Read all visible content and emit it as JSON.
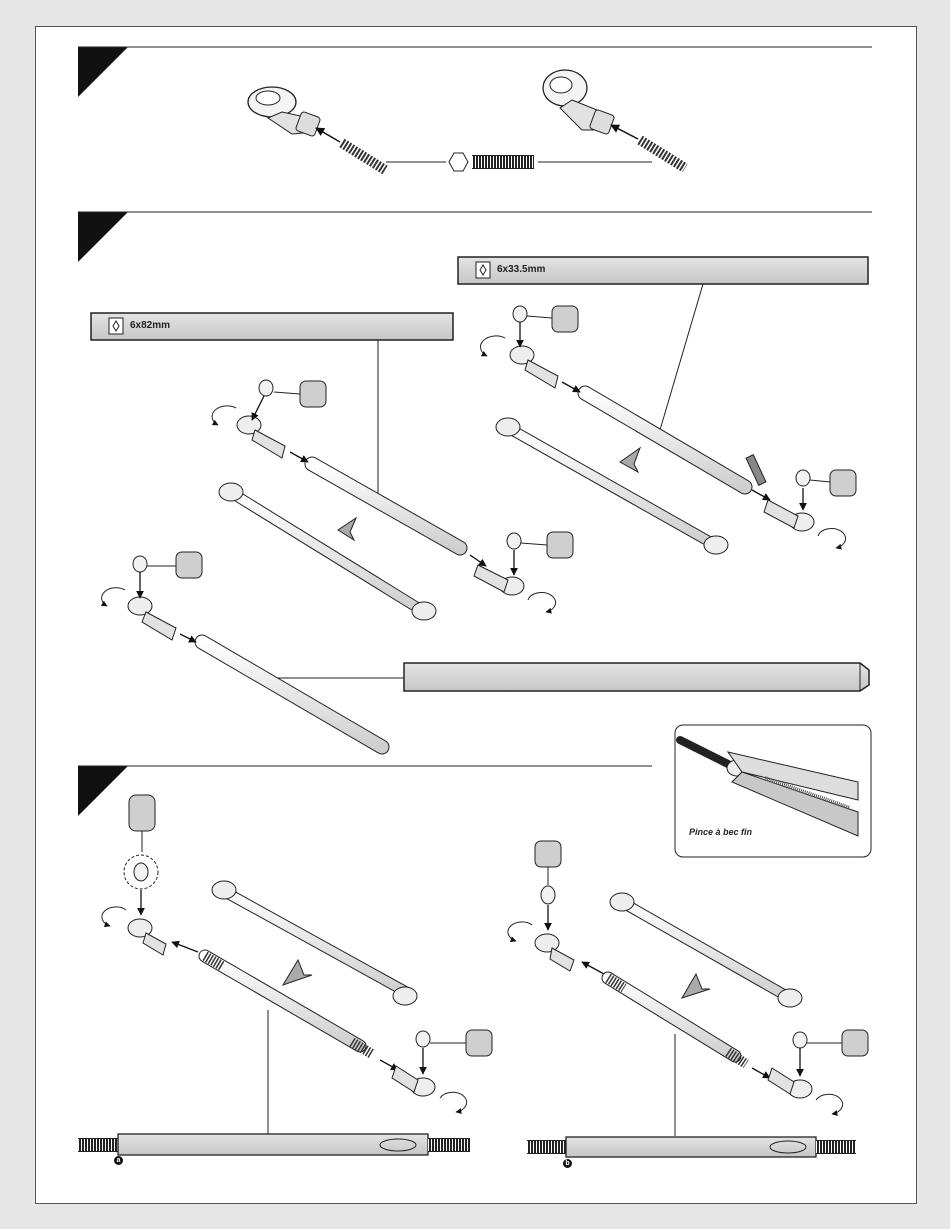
{
  "steps": {
    "step2": {
      "spec_right": "6x33.5mm",
      "spec_left": "6x82mm"
    },
    "step3": {
      "inset_caption": "Pince à bec fin",
      "marker_a": "a",
      "marker_b": "b"
    }
  },
  "colors": {
    "page": "#ffffff",
    "background": "#e6e6e6",
    "bar_fill": "#d4d4d4",
    "marker": "#111111"
  },
  "icons": [
    "hex-wrench-icon",
    "rotate-arrow-icon",
    "grease-drop-icon",
    "glue-tube-icon",
    "direction-arrow-icon"
  ]
}
